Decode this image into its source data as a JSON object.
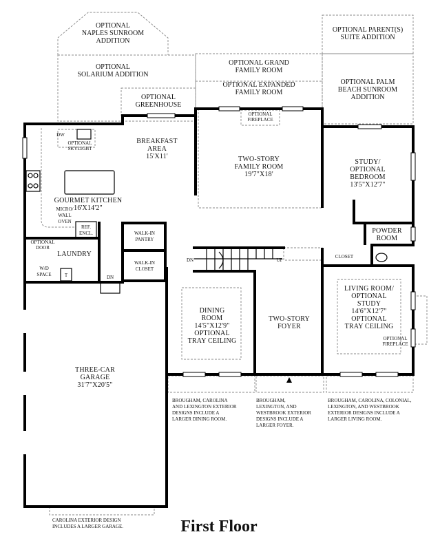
{
  "title": "First Floor",
  "rooms": {
    "naples": [
      "OPTIONAL",
      "NAPLES SUNROOM",
      "ADDITION"
    ],
    "solarium": [
      "OPTIONAL",
      "SOLARIUM ADDITION"
    ],
    "grand_family": [
      "OPTIONAL GRAND",
      "FAMILY ROOM"
    ],
    "expanded_family": [
      "OPTIONAL EXPANDED",
      "FAMILY ROOM"
    ],
    "parents_suite": [
      "OPTIONAL PARENT(S)",
      "SUITE ADDITION"
    ],
    "palm_beach": [
      "OPTIONAL PALM",
      "BEACH SUNROOM",
      "ADDITION"
    ],
    "greenhouse": [
      "OPTIONAL",
      "GREENHOUSE"
    ],
    "fireplace_family": [
      "OPTIONAL",
      "FIREPLACE"
    ],
    "breakfast": [
      "BREAKFAST",
      "AREA",
      "15'X11'"
    ],
    "family": [
      "TWO-STORY",
      "FAMILY ROOM",
      "19'7\"X18'"
    ],
    "study": [
      "STUDY/",
      "OPTIONAL",
      "BEDROOM",
      "13'5\"X12'7\""
    ],
    "kitchen": [
      "GOURMET KITCHEN",
      "16'X14'2\""
    ],
    "skylight": [
      "OPTIONAL",
      "SKYLIGHT"
    ],
    "dw": "DW",
    "micro": [
      "MICRO/",
      "WALL",
      "OVEN"
    ],
    "ref": [
      "REF.",
      "ENCL."
    ],
    "powder": [
      "POWDER",
      "ROOM"
    ],
    "closet": "CLOSET",
    "optional_door": [
      "OPTIONAL",
      "DOOR"
    ],
    "laundry": "LAUNDRY",
    "wd": [
      "W/D",
      "SPACE"
    ],
    "t": "T",
    "pantry": [
      "WALK-IN",
      "PANTRY"
    ],
    "walkin_closet": [
      "WALK-IN",
      "CLOSET"
    ],
    "dn": "DN",
    "up": "UP",
    "dining": [
      "DINING",
      "ROOM",
      "14'5\"X12'9\"",
      "OPTIONAL",
      "TRAY CEILING"
    ],
    "foyer": [
      "TWO-STORY",
      "FOYER"
    ],
    "living": [
      "LIVING ROOM/",
      "OPTIONAL",
      "STUDY",
      "14'6\"X12'7\"",
      "OPTIONAL",
      "TRAY CEILING"
    ],
    "fireplace_living": [
      "OPTIONAL",
      "FIREPLACE"
    ],
    "garage": [
      "THREE-CAR",
      "GARAGE",
      "31'7\"X20'5\""
    ]
  },
  "notes": {
    "dining_note": [
      "BROUGHAM, CAROLINA",
      "AND LEXINGTON EXTERIOR",
      "DESIGNS INCLUDE A",
      "LARGER DINING ROOM."
    ],
    "foyer_note": [
      "BROUGHAM,",
      "LEXINGTON, AND",
      "WESTBROOK EXTERIOR",
      "DESIGNS INCLUDE A",
      "LARGER FOYER."
    ],
    "living_note": [
      "BROUGHAM, CAROLINA, COLONIAL,",
      "LEXINGTON, AND WESTBROOK",
      "EXTERIOR DESIGNS INCLUDE A",
      "LARGER LIVING ROOM."
    ],
    "garage_note": [
      "CAROLINA EXTERIOR DESIGN",
      "INCLUDES A LARGER GARAGE."
    ]
  }
}
